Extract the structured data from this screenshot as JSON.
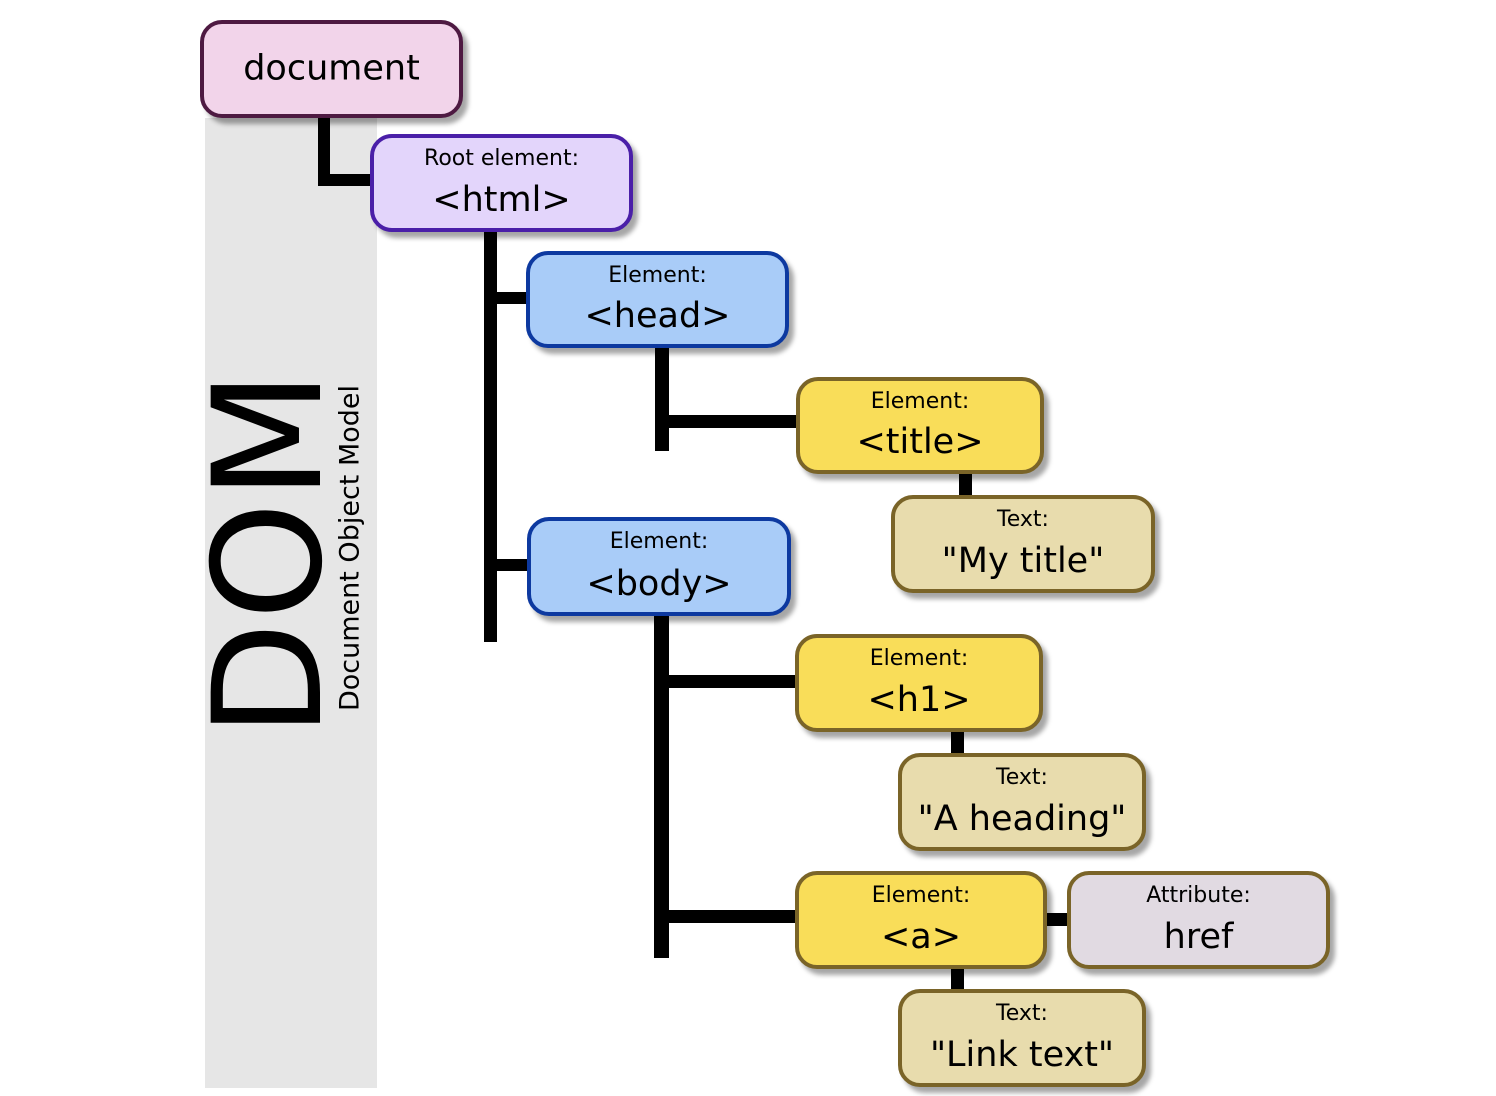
{
  "diagram": {
    "title": "DOM",
    "subtitle": "Document Object Model",
    "colors": {
      "document_fill": "#f2d4ea",
      "document_border": "#4e1a42",
      "root_fill": "#e3d5fb",
      "root_border": "#4a1fa8",
      "element_blue_fill": "#a9ccf8",
      "element_blue_border": "#0d39a0",
      "element_yellow_fill": "#f9dd59",
      "element_yellow_border": "#7a6428",
      "text_fill": "#e8dcad",
      "text_border": "#7a6428",
      "attribute_fill": "#e1dae2",
      "attribute_border": "#7a6428",
      "connector": "#000000",
      "side_band": "#e6e6e6"
    },
    "nodes": {
      "document": {
        "value": "document"
      },
      "html": {
        "kind": "Root element:",
        "value": "<html>"
      },
      "head": {
        "kind": "Element:",
        "value": "<head>"
      },
      "title": {
        "kind": "Element:",
        "value": "<title>"
      },
      "title_text": {
        "kind": "Text:",
        "value": "\"My title\""
      },
      "body": {
        "kind": "Element:",
        "value": "<body>"
      },
      "h1": {
        "kind": "Element:",
        "value": "<h1>"
      },
      "h1_text": {
        "kind": "Text:",
        "value": "\"A heading\""
      },
      "a": {
        "kind": "Element:",
        "value": "<a>"
      },
      "a_attr": {
        "kind": "Attribute:",
        "value": "href"
      },
      "a_text": {
        "kind": "Text:",
        "value": "\"Link text\""
      }
    }
  }
}
